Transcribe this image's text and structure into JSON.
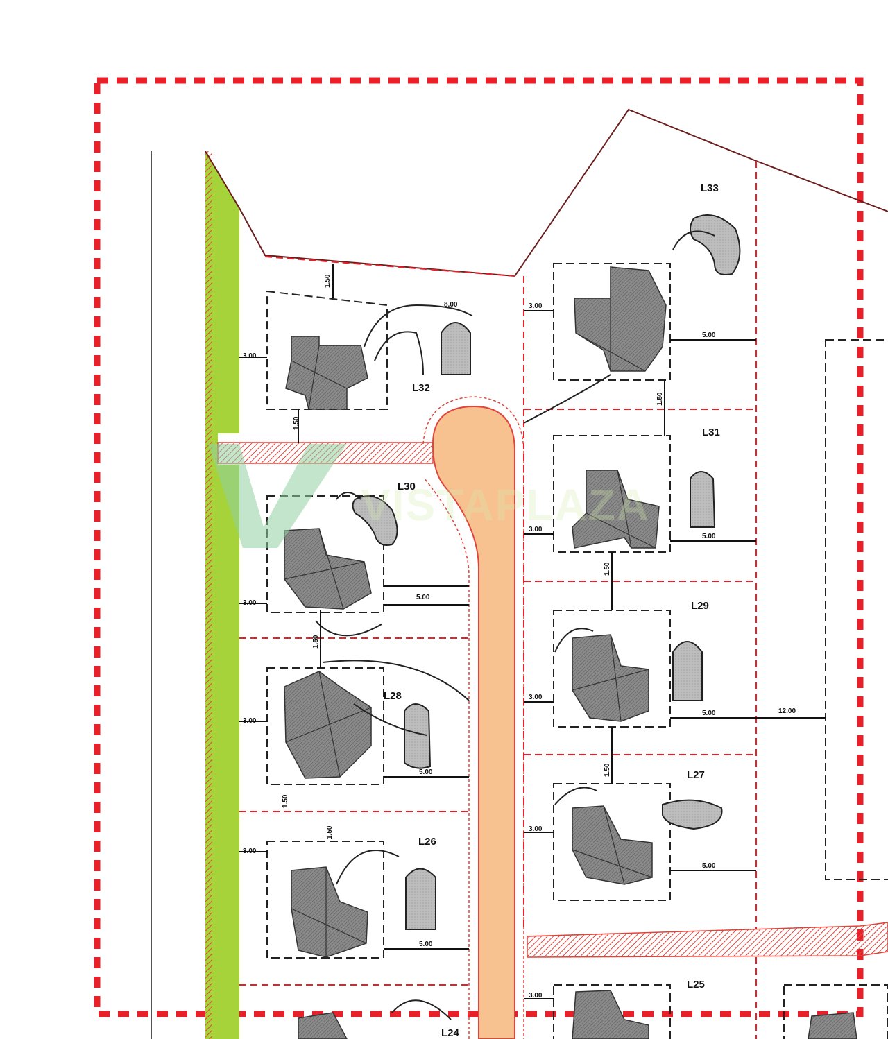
{
  "watermark": {
    "text": "VISTAPLAZA"
  },
  "lots": {
    "l24": "L24",
    "l25": "L25",
    "l26": "L26",
    "l27": "L27",
    "l28": "L28",
    "l29": "L29",
    "l30": "L30",
    "l31": "L31",
    "l32": "L32",
    "l33": "L33"
  },
  "dimensions": {
    "d_1200": "12.00",
    "d_300": "3.00",
    "d_500": "5.00",
    "d_150": "1.50",
    "d_800": "8.00"
  },
  "colors": {
    "boundary": "#e8202a",
    "road": "#f8c290",
    "road_stroke": "#e0443a",
    "green_strip": "#a6d23a",
    "house": "#8c8c8c",
    "pond": "#b9b9b9"
  }
}
